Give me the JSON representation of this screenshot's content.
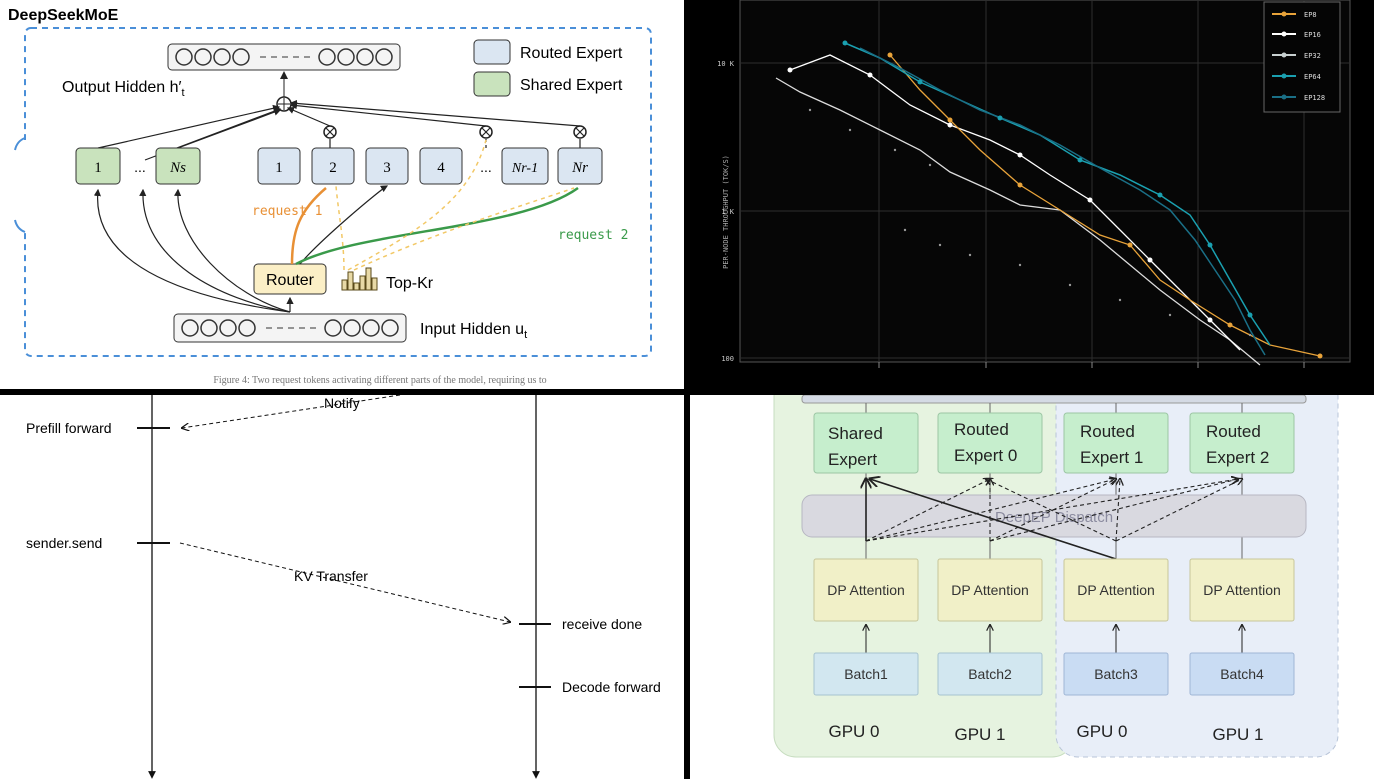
{
  "moe": {
    "title": "DeepSeekMoE",
    "legend": [
      {
        "label": "Routed Expert",
        "color": "#dbe6f2"
      },
      {
        "label": "Shared Expert",
        "color": "#c9e3bd"
      }
    ],
    "output_label": "Output Hidden h′",
    "input_label": "Input Hidden u",
    "subscript_t": "t",
    "shared_experts": [
      "1",
      "Ns"
    ],
    "routed_experts": [
      "1",
      "2",
      "3",
      "4",
      "Nr-1",
      "Nr"
    ],
    "ellipsis": "...",
    "router": "Router",
    "topk": "Top-Kr",
    "request1": "request 1",
    "request2": "request 2",
    "caption": "Figure 4: Two request tokens activating different parts of the model, requiring us to"
  },
  "throughput": {
    "ylabel": "PER-NODE THROUGHPUT (TOK/S)",
    "yticks": [
      "10 K",
      "1 K",
      "100"
    ],
    "legend": [
      {
        "label": "EP8",
        "color": "#e8a33a"
      },
      {
        "label": "EP16",
        "color": "#ffffff"
      },
      {
        "label": "EP32",
        "color": "#c8d0d0"
      },
      {
        "label": "EP64",
        "color": "#1aa0b0"
      },
      {
        "label": "EP128",
        "color": "#1a6f86"
      }
    ]
  },
  "timeline": {
    "notify": "Notify",
    "prefill": "Prefill forward",
    "send": "sender.send",
    "kv": "KV Transfer",
    "receive": "receive done",
    "decode": "Decode forward"
  },
  "dp": {
    "experts": [
      "Shared Expert",
      "Routed Expert 0",
      "Routed Expert 1",
      "Routed Expert 2"
    ],
    "dispatch": "DeepEP Dispatch",
    "attention": [
      "DP Attention",
      "DP Attention",
      "DP Attention",
      "DP Attention"
    ],
    "batches": [
      "Batch1",
      "Batch2",
      "Batch3",
      "Batch4"
    ],
    "gpus": [
      "GPU 0",
      "GPU 1",
      "GPU 0",
      "GPU 1"
    ],
    "colors": {
      "expert": "#c6eecd",
      "dispatch": "#d9d9e0",
      "attention": "#f1f0c8",
      "batch_a": "#d2e7f0",
      "batch_b": "#c9dcf3",
      "node_a": "#e6f3e0",
      "node_b": "#e8eef8"
    }
  }
}
